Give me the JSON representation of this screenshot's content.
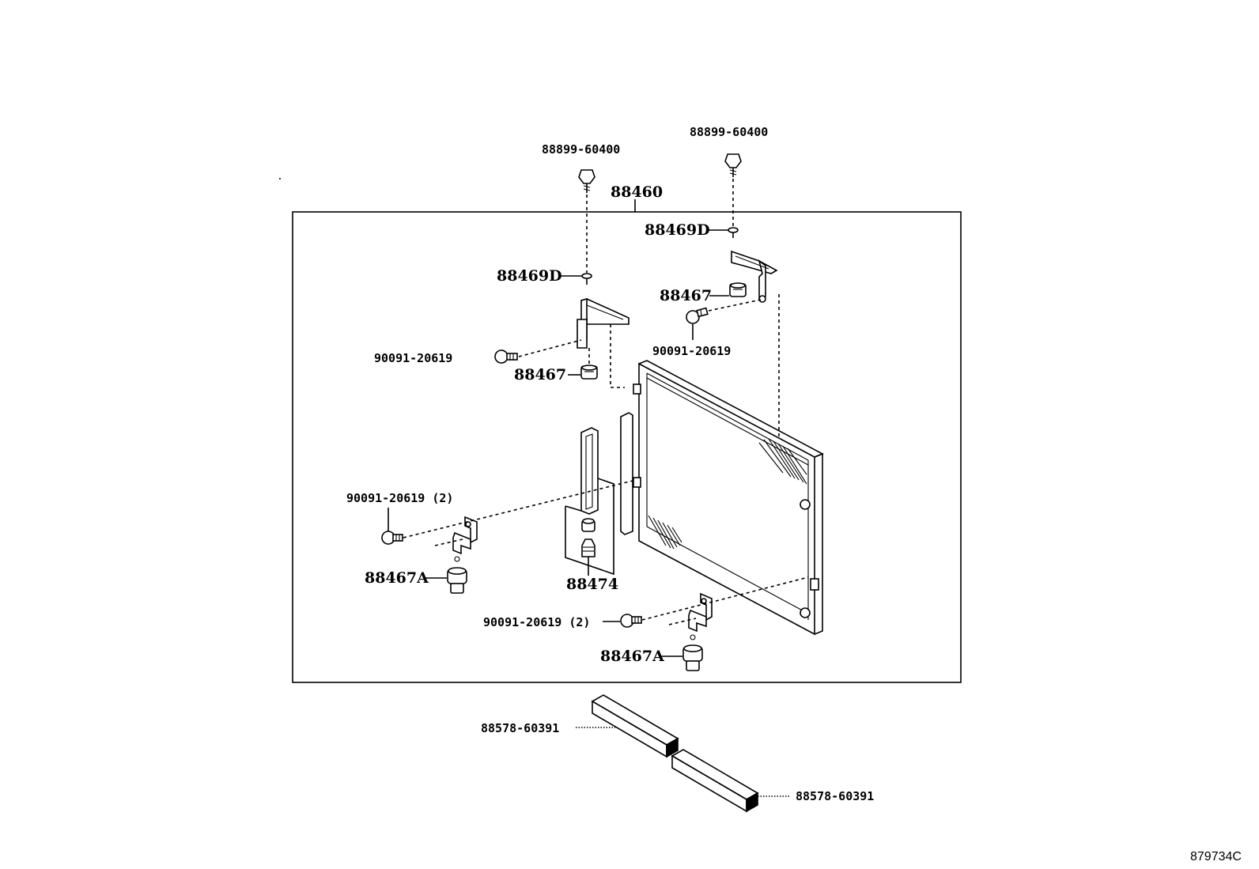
{
  "diagram": {
    "assembly_label": "88460",
    "labels": {
      "bolt_top_left": "88899-60400",
      "bolt_top_right": "88899-60400",
      "clip_left": "88469D",
      "clip_right": "88469D",
      "cushion_upper_right": "88467",
      "cushion_left": "88467",
      "screw_left": "90091-20619",
      "screw_right": "90091-20619",
      "screw_lower_left": "90091-20619 (2)",
      "screw_lower_right": "90091-20619 (2)",
      "cushion_a_left": "88467A",
      "cushion_a_right": "88467A",
      "receiver": "88474",
      "seal_left": "88578-60391",
      "seal_right": "88578-60391"
    },
    "figure_id": "879734C"
  }
}
